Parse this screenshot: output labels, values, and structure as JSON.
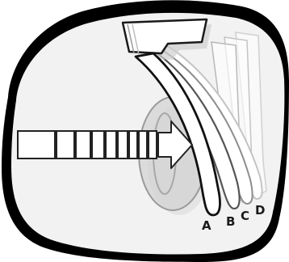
{
  "diagram": {
    "labels": {
      "a": "A",
      "b": "B",
      "c": "C",
      "d": "D"
    },
    "colors": {
      "frame": "#000000",
      "background": "#ffffff",
      "view_fill": "#f2f2f2",
      "disc": "#d9d9d9",
      "stroke": "#1a1a1a"
    }
  }
}
